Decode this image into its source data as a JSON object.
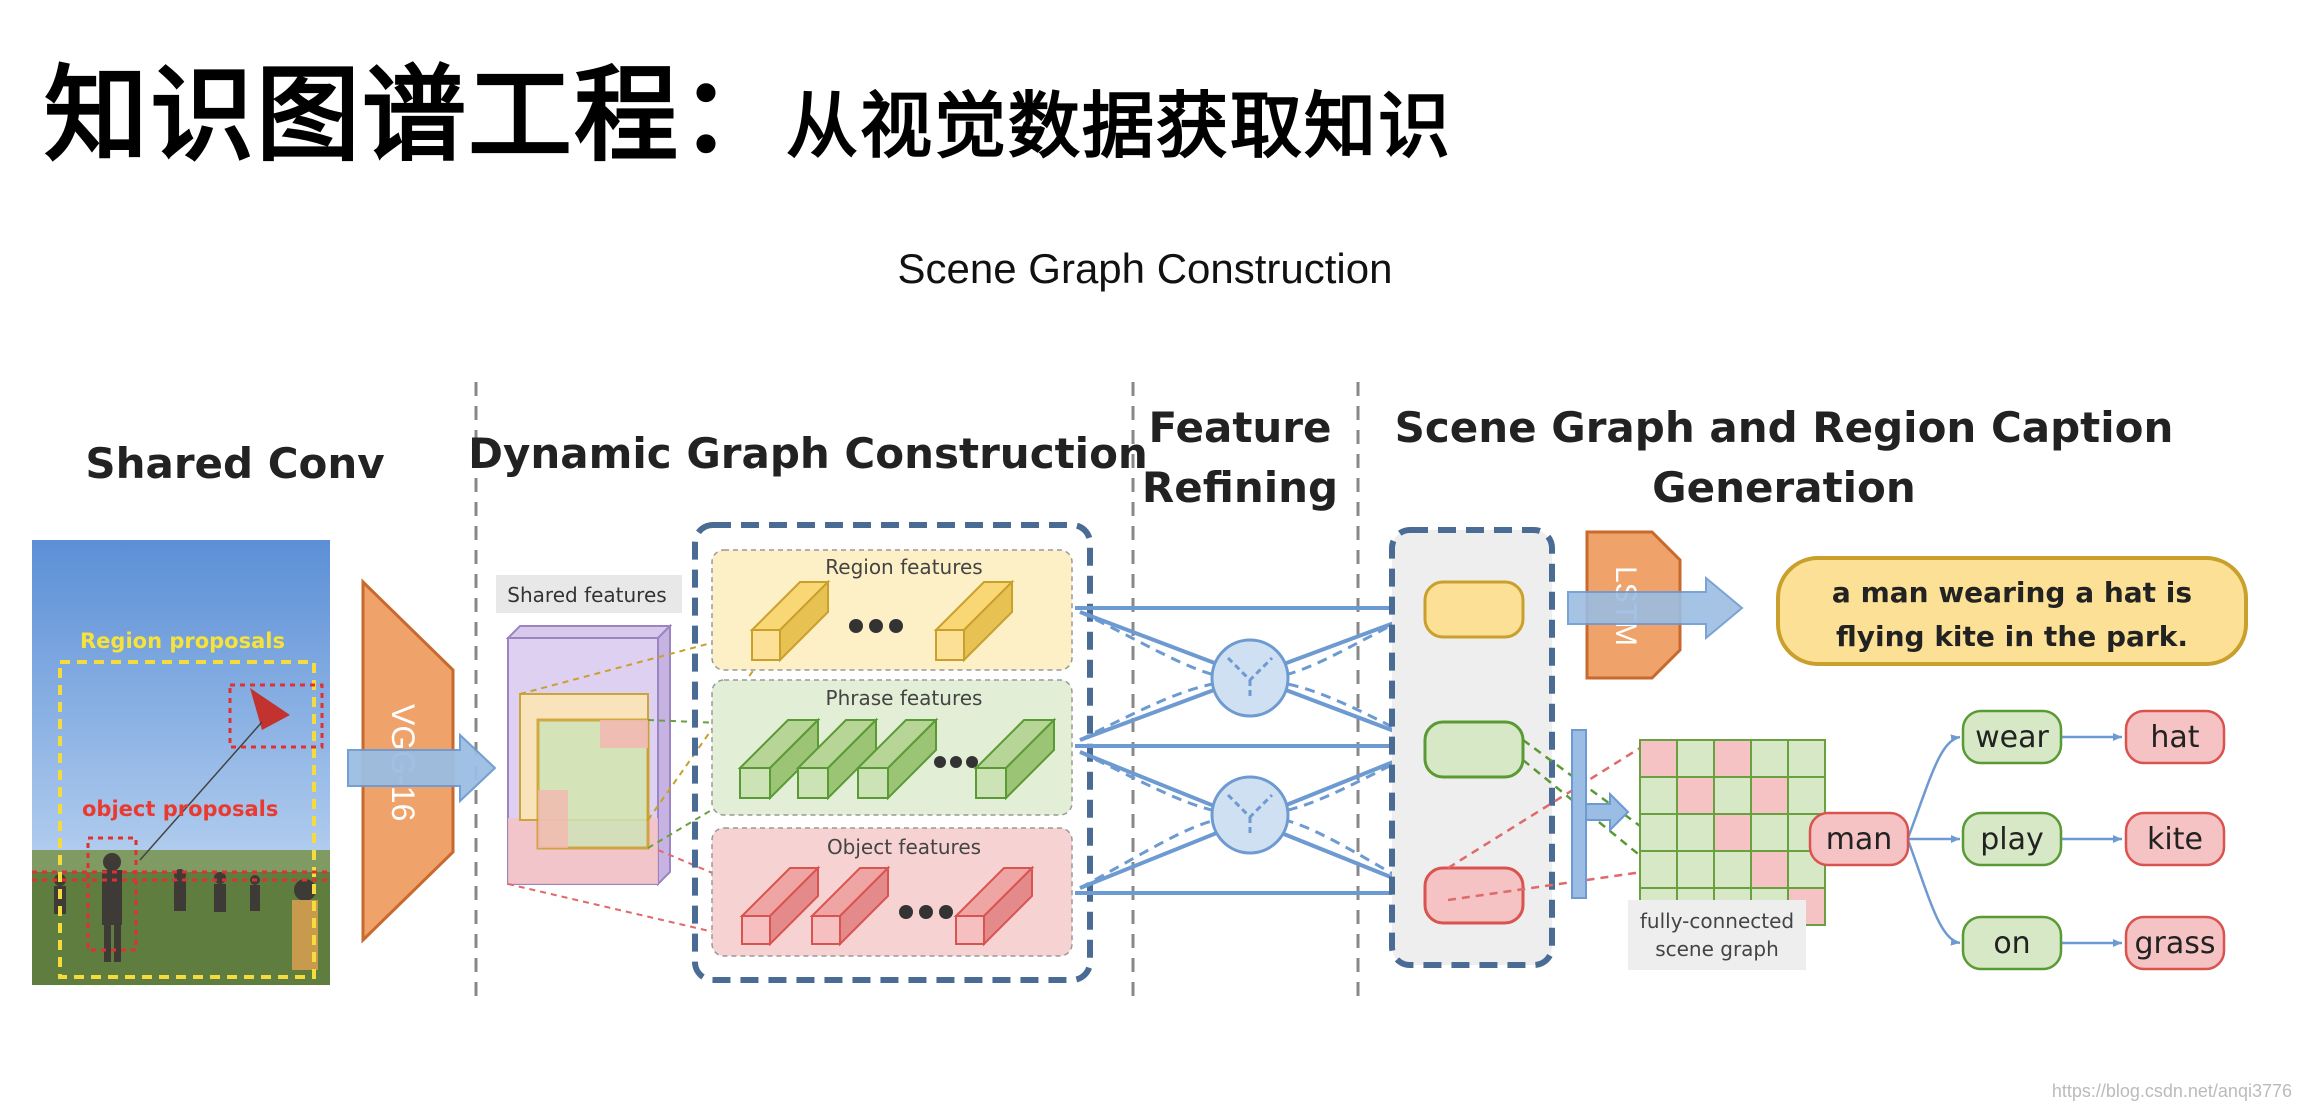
{
  "page": {
    "title_main": "知识图谱工程：",
    "title_sub": "从视觉数据获取知识",
    "diagram_title": "Scene Graph Construction",
    "watermark": "https://blog.csdn.net/anqi3776"
  },
  "sections": {
    "shared_conv": "Shared Conv",
    "dynamic_graph": "Dynamic Graph Construction",
    "feature_refining_1": "Feature",
    "feature_refining_2": "Refining",
    "scene_graph_1": "Scene Graph and Region Caption",
    "scene_graph_2": "Generation"
  },
  "photo": {
    "region_proposals": "Region proposals",
    "object_proposals": "object proposals"
  },
  "network": {
    "vgg": "VGG-16",
    "shared_features": "Shared features",
    "region_features": "Region features",
    "phrase_features": "Phrase features",
    "object_features": "Object features",
    "lstm": "LSTM"
  },
  "caption": {
    "line1": "a man wearing a hat is",
    "line2": "flying kite in the park."
  },
  "graph": {
    "grid_label_1": "fully-connected",
    "grid_label_2": "scene graph",
    "subject": "man",
    "predicates": [
      "wear",
      "play",
      "on"
    ],
    "objects": [
      "hat",
      "kite",
      "grass"
    ]
  },
  "colors": {
    "orange": "#f0a26b",
    "blue": "#8fb4dc",
    "yellow": "#fce8a3",
    "green": "#d7e8c6",
    "red": "#f5c3c3",
    "dash_box": "#4a6b93"
  }
}
